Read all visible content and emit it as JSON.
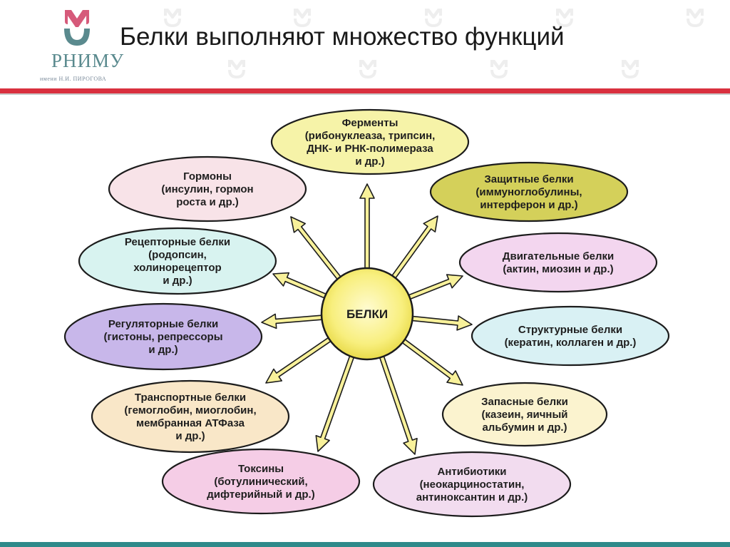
{
  "slide": {
    "title": "Белки выполняют множество функций",
    "logo_text": "РНИМУ",
    "logo_sub": "имени Н.И. ПИРОГОВА",
    "colors": {
      "accent_red": "#d9303f",
      "accent_teal": "#2e8a8a",
      "logo_teal": "#5a8a8e",
      "logo_pink": "#d65a7a"
    }
  },
  "diagram": {
    "center": "БЕЛКИ",
    "nodes": [
      {
        "id": "fermenty",
        "lines": [
          "Ферменты",
          "(рибонуклеаза, трипсин,",
          "ДНК- и РНК-полимераза",
          "и др.)"
        ],
        "color": "#f6f3a8"
      },
      {
        "id": "zashchitnye",
        "lines": [
          "Защитные белки",
          "(иммуноглобулины,",
          "интерферон и др.)"
        ],
        "color": "#d4d05a"
      },
      {
        "id": "dvigatelnye",
        "lines": [
          "Двигательные белки",
          "(актин, миозин и др.)"
        ],
        "color": "#f3d6ef"
      },
      {
        "id": "strukturnye",
        "lines": [
          "Структурные белки",
          "(кератин, коллаген и др.)"
        ],
        "color": "#d9f1f4"
      },
      {
        "id": "zapasnye",
        "lines": [
          "Запасные белки",
          "(казеин, яичный",
          "альбумин и др.)"
        ],
        "color": "#fbf3cf"
      },
      {
        "id": "antibiotiki",
        "lines": [
          "Антибиотики",
          "(неокарциностатин,",
          "антиноксантин и др.)"
        ],
        "color": "#f2dcef"
      },
      {
        "id": "toksiny",
        "lines": [
          "Токсины",
          "(ботулинический,",
          "дифтерийный и др.)"
        ],
        "color": "#f5cde6"
      },
      {
        "id": "transportnye",
        "lines": [
          "Транспортные белки",
          "(гемоглобин, миоглобин,",
          "мембранная АТФаза",
          "и др.)"
        ],
        "color": "#f9e7c8"
      },
      {
        "id": "regulyatornye",
        "lines": [
          "Регуляторные белки",
          "(гистоны, репрессоры",
          "и др.)"
        ],
        "color": "#c8b7ea"
      },
      {
        "id": "retseptornye",
        "lines": [
          "Рецепторные белки",
          "(родопсин,",
          "холинорецептор",
          "и др.)"
        ],
        "color": "#d8f3f0"
      },
      {
        "id": "gormony",
        "lines": [
          "Гормоны",
          "(инсулин, гормон",
          "роста и др.)"
        ],
        "color": "#f8e3e8"
      }
    ]
  }
}
